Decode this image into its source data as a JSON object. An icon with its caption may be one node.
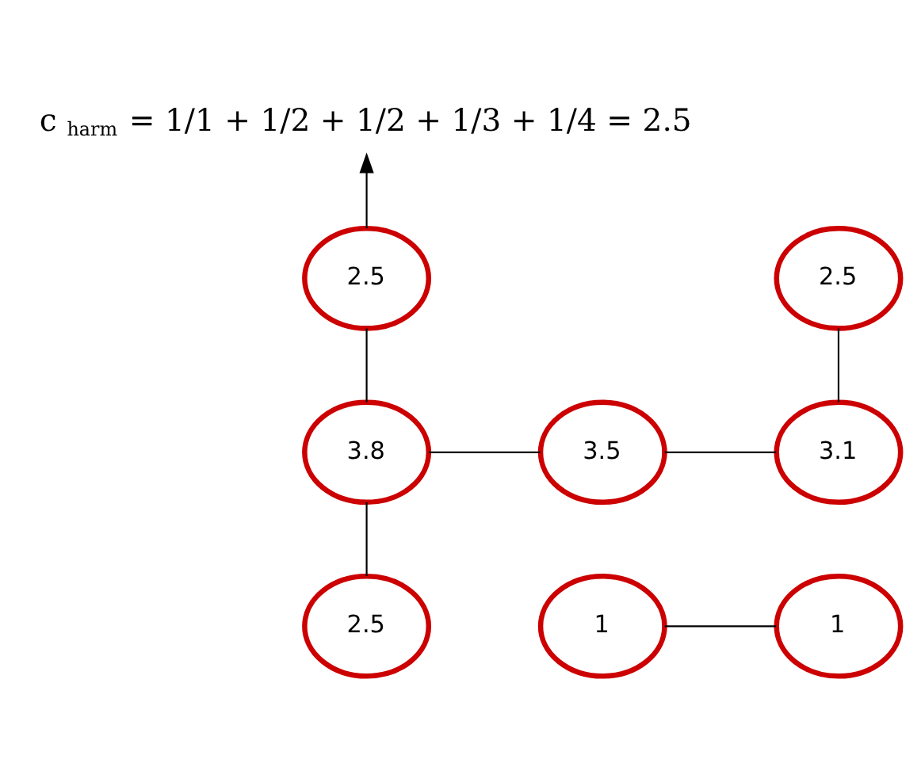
{
  "diagram": {
    "nodes": [
      {
        "text": [
          "c$_{harm}$ = 1/1 + 1/2 + 1/2 + 1/3 + 1/4 = 2.5"
        ]
      },
      {
        "text": [
          "2.5"
        ]
      },
      {
        "text": [
          "2.5"
        ]
      },
      {
        "text": [
          "3.8"
        ]
      },
      {
        "text": [
          "3.5"
        ]
      },
      {
        "text": [
          "3.1"
        ]
      },
      {
        "text": [
          "2.5"
        ]
      },
      {
        "text": [
          "1"
        ]
      },
      {
        "text": [
          "1"
        ]
      }
    ],
    "edges": [
      {
        "from": 1,
        "to": 0,
        "arrow": "to"
      },
      {
        "from": 1,
        "to": 3,
        "arrow": "none"
      },
      {
        "from": 3,
        "to": 4,
        "arrow": "none"
      },
      {
        "from": 4,
        "to": 5,
        "arrow": "none"
      },
      {
        "from": 2,
        "to": 5,
        "arrow": "none"
      },
      {
        "from": 3,
        "to": 6,
        "arrow": "none"
      },
      {
        "from": 7,
        "to": 8,
        "arrow": "none"
      }
    ]
  }
}
